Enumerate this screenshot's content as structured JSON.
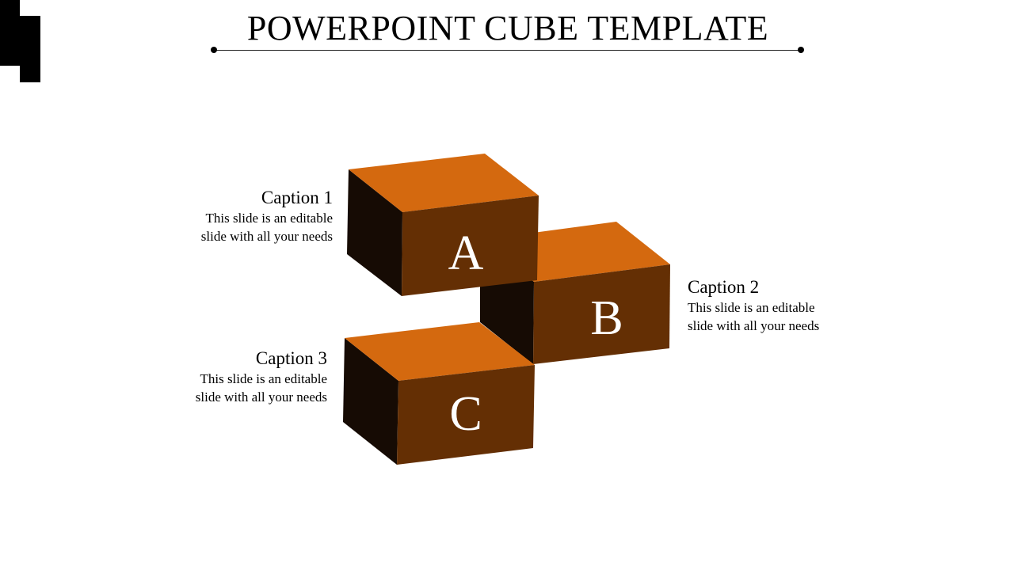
{
  "title": "POWERPOINT CUBE TEMPLATE",
  "colors": {
    "top": "#d4690f",
    "front": "#642f04",
    "side": "#160b04",
    "letter": "#ffffff"
  },
  "cubes": [
    {
      "letter": "A"
    },
    {
      "letter": "B"
    },
    {
      "letter": "C"
    }
  ],
  "captions": [
    {
      "title": "Caption 1",
      "line1": "This slide is an editable",
      "line2": "slide with all your needs"
    },
    {
      "title": "Caption 2",
      "line1": "This slide is an editable",
      "line2": "slide with all your needs"
    },
    {
      "title": "Caption 3",
      "line1": "This slide is an editable",
      "line2": "slide with all your needs"
    }
  ]
}
